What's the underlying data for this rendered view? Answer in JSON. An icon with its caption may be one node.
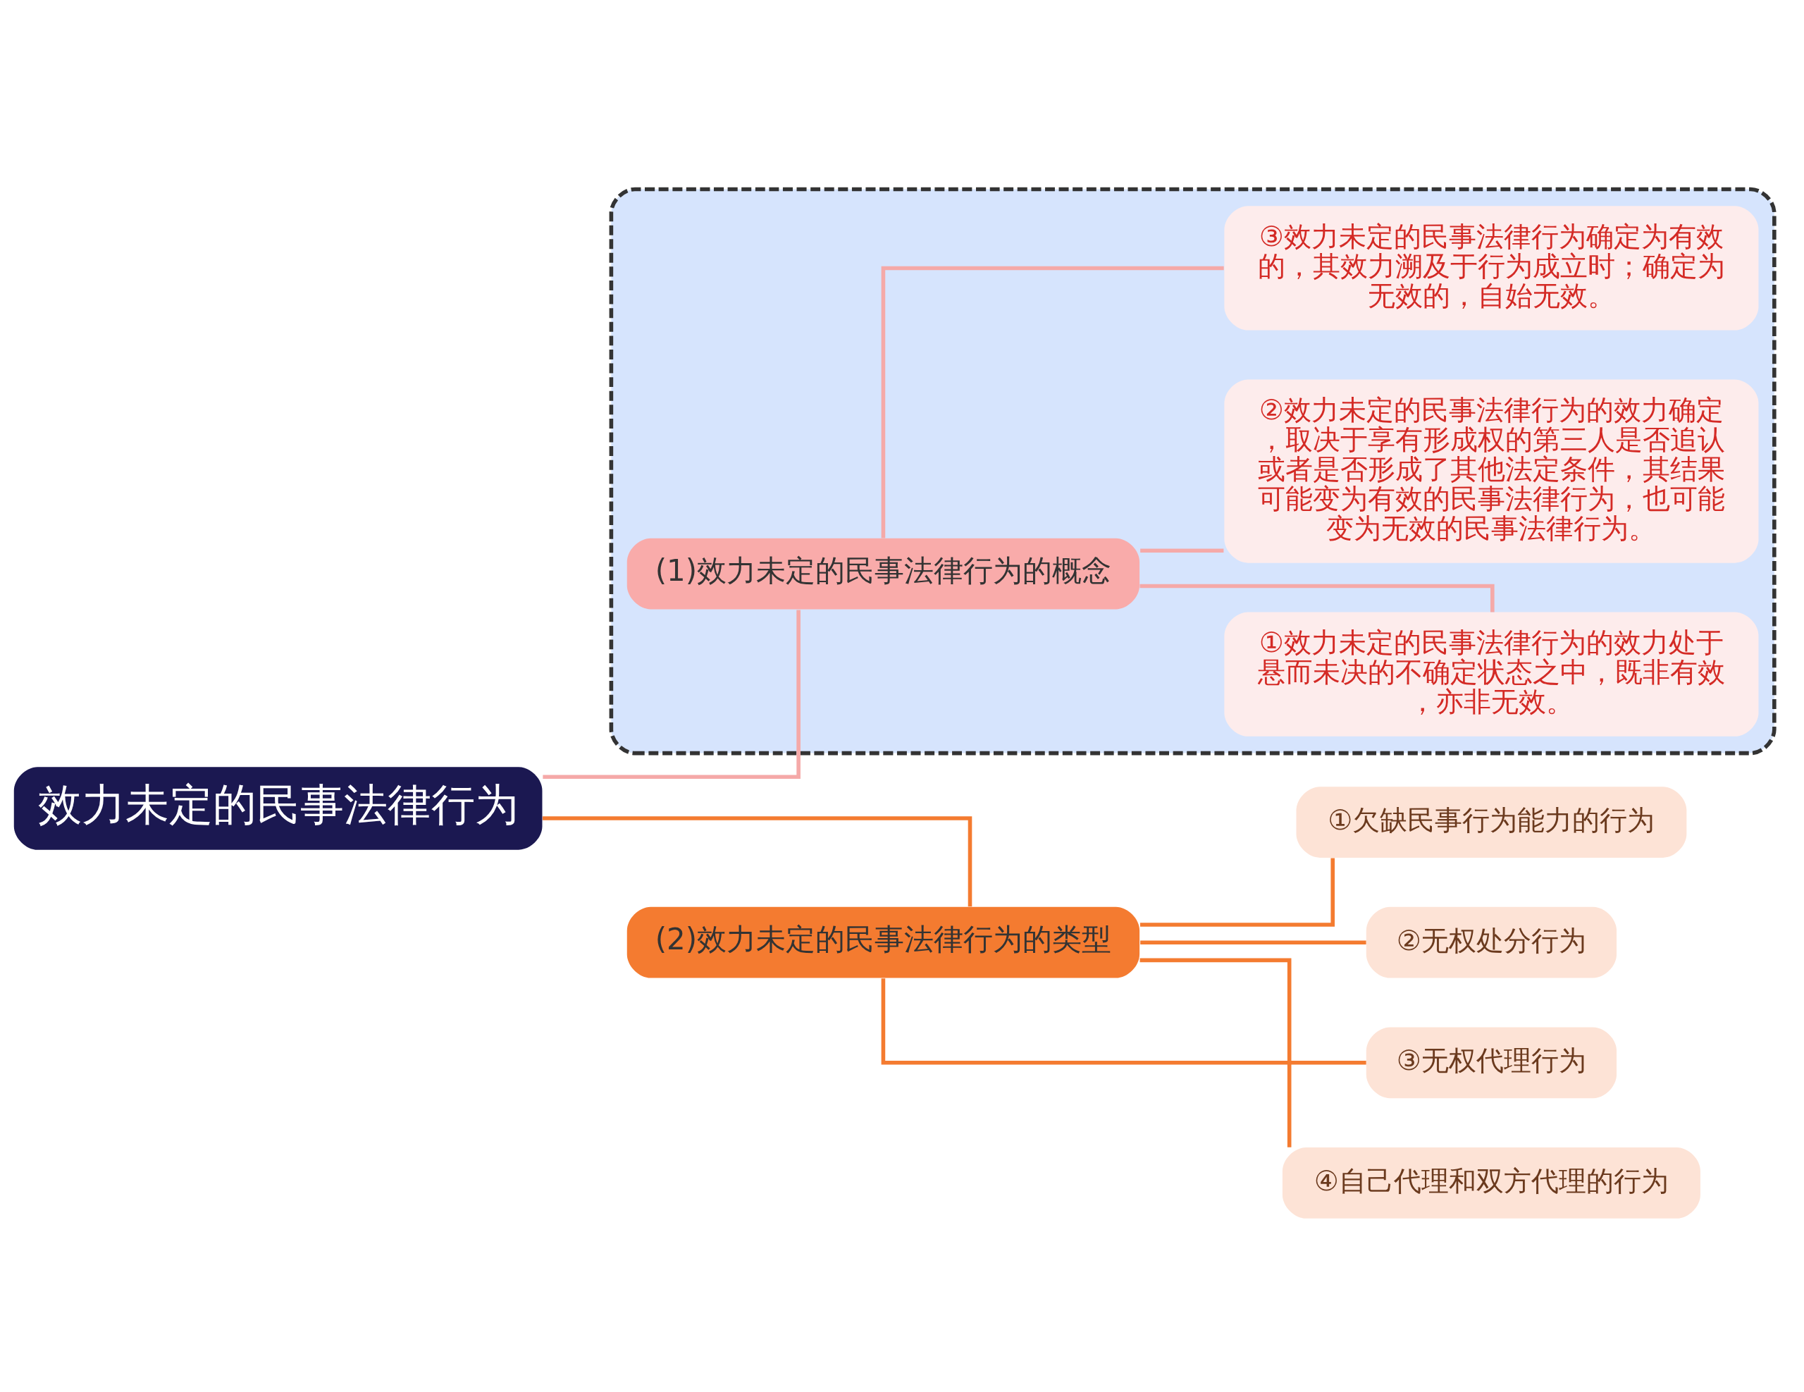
{
  "diagram": {
    "nodes": [
      {
        "text": [
          "效力未定的民事法律行为"
        ]
      },
      {
        "text": [],
        "shape": "box"
      },
      {
        "text": [
          "(1)效力未定的民事法律行为的概念"
        ],
        "in": 1
      },
      {
        "text": [
          "①效力未定的民事法律行为的效力处于悬而未决的不确定状态之中，既非有效，亦非无效。"
        ],
        "in": 1
      },
      {
        "text": [
          "②效力未定的民事法律行为的效力确定，取决于享有形成权的第三人是否追认或者是否形成了其他法定条件，其结果可能变为有效的民事法律行为，也可能变为无效的民事法律行为。"
        ],
        "in": 1
      },
      {
        "text": [
          "③效力未定的民事法律行为确定为有效的，其效力溯及于行为成立时；确定为无效的，自始无效。"
        ],
        "in": 1
      },
      {
        "text": [
          "(2)效力未定的民事法律行为的类型"
        ]
      },
      {
        "text": [
          "①欠缺民事行为能力的行为"
        ]
      },
      {
        "text": [
          "②无权处分行为"
        ]
      },
      {
        "text": [
          "③无权代理行为"
        ]
      },
      {
        "text": [
          "④自己代理和双方代理的行为"
        ]
      }
    ],
    "edges": [
      {
        "from": 0,
        "to": 2,
        "arrow": "none",
        "color": "#f5a9a8"
      },
      {
        "from": 2,
        "to": 3,
        "arrow": "none",
        "color": "#f5a9a8"
      },
      {
        "from": 2,
        "to": 4,
        "arrow": "none",
        "color": "#f5a9a8"
      },
      {
        "from": 2,
        "to": 5,
        "arrow": "none",
        "color": "#f5a9a8"
      },
      {
        "from": 0,
        "to": 6,
        "arrow": "none",
        "color": "#f47b30"
      },
      {
        "from": 6,
        "to": 7,
        "arrow": "none",
        "color": "#f47b30"
      },
      {
        "from": 6,
        "to": 8,
        "arrow": "none",
        "color": "#f47b30"
      },
      {
        "from": 6,
        "to": 9,
        "arrow": "none",
        "color": "#f47b30"
      },
      {
        "from": 6,
        "to": 10,
        "arrow": "none",
        "color": "#f47b30"
      }
    ]
  }
}
